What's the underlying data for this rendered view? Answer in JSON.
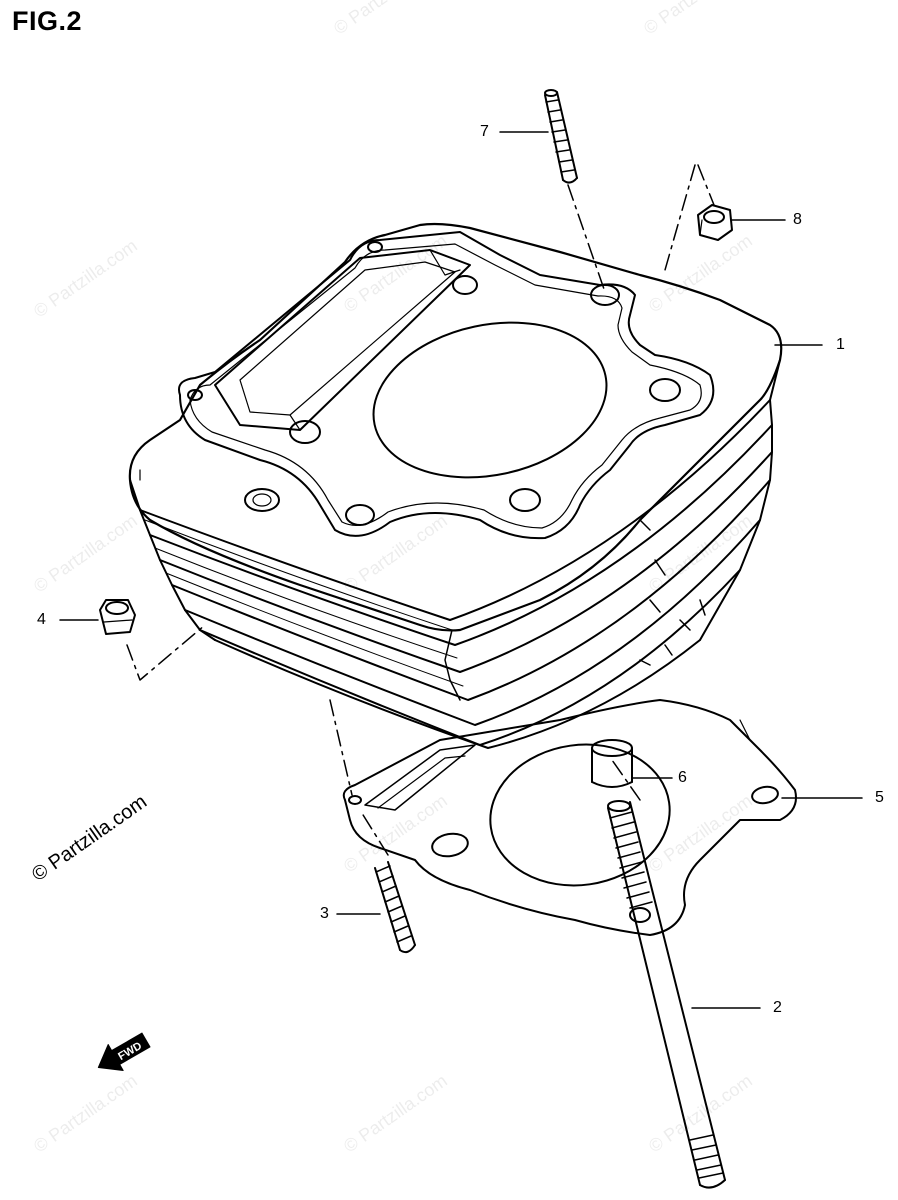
{
  "figure": {
    "title": "FIG.2"
  },
  "watermark": {
    "text": "© Partzilla.com"
  },
  "callouts": [
    {
      "number": "1",
      "part": "cylinder"
    },
    {
      "number": "2",
      "part": "long-stud-bolt"
    },
    {
      "number": "3",
      "part": "short-stud-bolt"
    },
    {
      "number": "4",
      "part": "nut-left"
    },
    {
      "number": "5",
      "part": "cylinder-base-gasket"
    },
    {
      "number": "6",
      "part": "dowel-pin"
    },
    {
      "number": "7",
      "part": "top-stud-bolt"
    },
    {
      "number": "8",
      "part": "nut-right"
    }
  ],
  "direction_arrow": {
    "label": "FWD"
  },
  "colors": {
    "line": "#000000",
    "background": "#ffffff"
  }
}
